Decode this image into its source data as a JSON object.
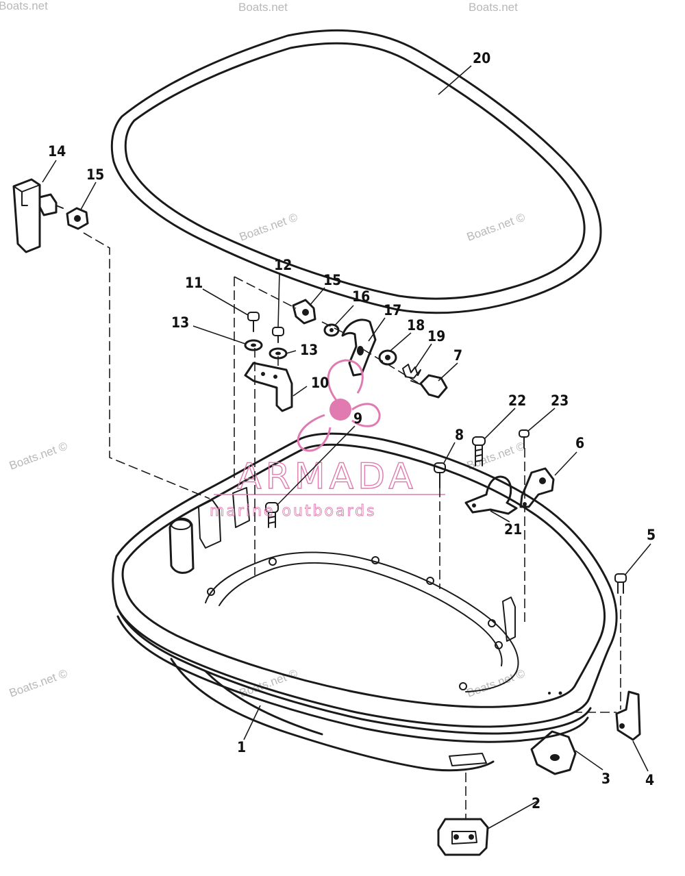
{
  "callouts": {
    "c1": "1",
    "c2": "2",
    "c3": "3",
    "c4": "4",
    "c5": "5",
    "c6": "6",
    "c7": "7",
    "c8": "8",
    "c9": "9",
    "c10": "10",
    "c11": "11",
    "c12": "12",
    "c13a": "13",
    "c13b": "13",
    "c14": "14",
    "c15a": "15",
    "c15b": "15",
    "c16": "16",
    "c17": "17",
    "c18": "18",
    "c19": "19",
    "c20": "20",
    "c21": "21",
    "c22": "22",
    "c23": "23"
  },
  "watermark": {
    "text": "Boats.net ©",
    "text_partial": "Boats.net"
  },
  "logo": {
    "word": "ARMADA",
    "subtitle": "marine outboards",
    "color": "#e07ab0"
  },
  "colors": {
    "line": "#1a1a1a",
    "watermark": "#b8b8b8",
    "logo": "#e07ab0"
  }
}
